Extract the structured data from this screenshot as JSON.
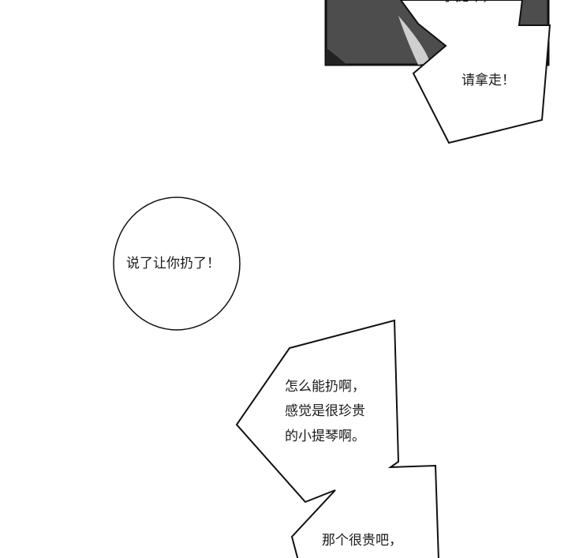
{
  "comic": {
    "bubbles": [
      {
        "text": "小提琴，"
      },
      {
        "text": "请拿走！"
      },
      {
        "text": "说了让你扔了！"
      },
      {
        "lines": [
          "怎么能扔啊，",
          "感觉是很珍贵",
          "的小提琴啊。"
        ]
      },
      {
        "text": "那个很贵吧，"
      }
    ]
  },
  "colors": {
    "panel_dark": "#4a4a4a",
    "ink": "#111111",
    "paper": "#ffffff"
  }
}
